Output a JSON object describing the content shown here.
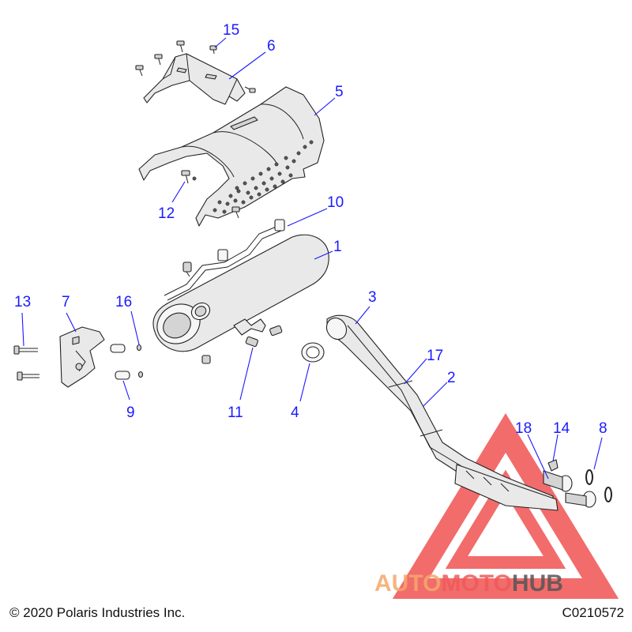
{
  "diagram": {
    "copyright": "© 2020 Polaris Industries Inc.",
    "code": "C0210572",
    "watermark": {
      "part1": "AUTOMOTO",
      "part2": "HUB",
      "colors": {
        "auto": "#f5a86a",
        "moto": "#ef5a5a",
        "hub": "#555555",
        "triangle": "#ee3b3b"
      }
    },
    "callout_color": "#1a1aff",
    "callouts": [
      {
        "id": "c1",
        "label": "1"
      },
      {
        "id": "c2",
        "label": "2"
      },
      {
        "id": "c3",
        "label": "3"
      },
      {
        "id": "c4",
        "label": "4"
      },
      {
        "id": "c5",
        "label": "5"
      },
      {
        "id": "c6",
        "label": "6"
      },
      {
        "id": "c7",
        "label": "7"
      },
      {
        "id": "c8",
        "label": "8"
      },
      {
        "id": "c9",
        "label": "9"
      },
      {
        "id": "c10",
        "label": "10"
      },
      {
        "id": "c11",
        "label": "11"
      },
      {
        "id": "c12",
        "label": "12"
      },
      {
        "id": "c13",
        "label": "13"
      },
      {
        "id": "c14",
        "label": "14"
      },
      {
        "id": "c15",
        "label": "15"
      },
      {
        "id": "c16",
        "label": "16"
      },
      {
        "id": "c17",
        "label": "17"
      },
      {
        "id": "c18",
        "label": "18"
      }
    ]
  }
}
